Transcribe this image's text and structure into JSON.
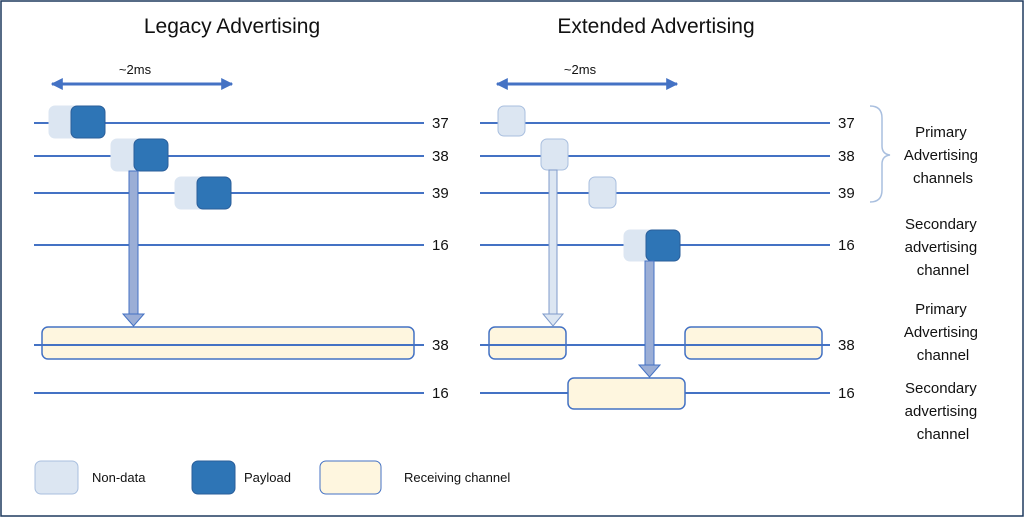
{
  "colors": {
    "line": "#4472C4",
    "nondata_fill": "#DCE6F2",
    "nondata_stroke": "#A9BFDF",
    "payload_fill": "#2E75B6",
    "payload_stroke": "#2A5E9A",
    "receiving_fill": "#FEF6DF",
    "receiving_stroke": "#4472C4",
    "arrow_fill": "#9BAED6",
    "frame": "#1F3A5F"
  },
  "legacy": {
    "title": "Legacy Advertising",
    "timing_label": "~2ms",
    "channels": [
      "37",
      "38",
      "39",
      "16",
      "38",
      "16"
    ]
  },
  "extended": {
    "title": "Extended Advertising",
    "timing_label": "~2ms",
    "channels": [
      "37",
      "38",
      "39",
      "16",
      "38",
      "16"
    ]
  },
  "side_labels": {
    "primary_group": [
      "Primary",
      "Advertising",
      "channels"
    ],
    "secondary_1": [
      "Secondary",
      "advertising",
      "channel"
    ],
    "primary_single": [
      "Primary",
      "Advertising",
      "channel"
    ],
    "secondary_2": [
      "Secondary",
      "advertising",
      "channel"
    ]
  },
  "legend": {
    "nondata": "Non-data",
    "payload": "Payload",
    "receiving": "Receiving channel"
  }
}
